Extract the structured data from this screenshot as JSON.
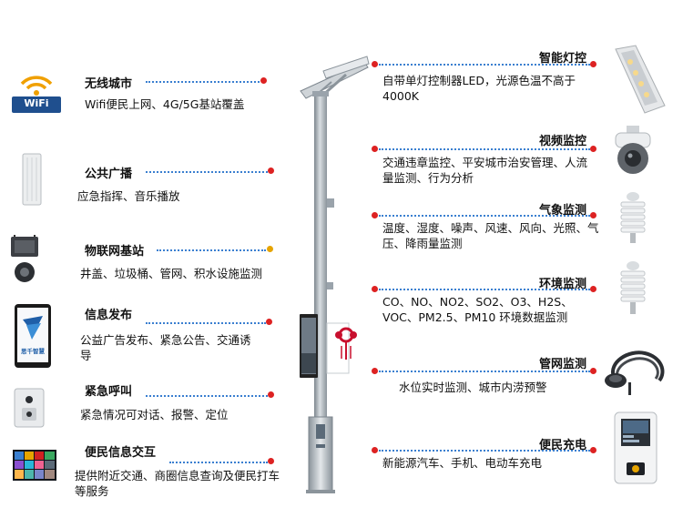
{
  "left_features": [
    {
      "id": "wireless",
      "title": "无线城市",
      "desc": "Wifi便民上网、4G/5G基站覆盖",
      "dot_color": "#d22222"
    },
    {
      "id": "broadcast",
      "title": "公共广播",
      "desc": "应急指挥、音乐播放",
      "dot_color": "#d22222"
    },
    {
      "id": "iot",
      "title": "物联网基站",
      "desc": "井盖、垃圾桶、管网、积水设施监测",
      "dot_color": "#e6a400"
    },
    {
      "id": "info",
      "title": "信息发布",
      "desc": "公益广告发布、紧急公告、交通诱导",
      "dot_color": "#d22222"
    },
    {
      "id": "emergency",
      "title": "紧急呼叫",
      "desc": "紧急情况可对话、报警、定位",
      "dot_color": "#d22222"
    },
    {
      "id": "interaction",
      "title": "便民信息交互",
      "desc": "提供附近交通、商圈信息查询及便民打车等服务",
      "dot_color": "#d22222"
    }
  ],
  "right_features": [
    {
      "id": "lighting",
      "title": "智能灯控",
      "desc": "自带单灯控制器LED，光源色温不高于4000K"
    },
    {
      "id": "video",
      "title": "视频监控",
      "desc": "交通违章监控、平安城市治安管理、人流量监测、行为分析"
    },
    {
      "id": "weather",
      "title": "气象监测",
      "desc": "温度、湿度、噪声、风速、风向、光照、气压、降雨量监测"
    },
    {
      "id": "environment",
      "title": "环境监测",
      "desc": "CO、NO、NO2、SO2、O3、H2S、VOC、PM2.5、PM10 环境数据监测"
    },
    {
      "id": "pipeline",
      "title": "管网监测",
      "desc": "水位实时监测、城市内涝预警"
    },
    {
      "id": "charging",
      "title": "便民充电",
      "desc": "新能源汽车、手机、电动车充电"
    }
  ],
  "icons": {
    "wifi_label": "WiFi",
    "info_screen_label": "思千智慧"
  },
  "colors": {
    "dot_red": "#d22222",
    "dot_line_blue": "#3a7fd0",
    "pole_gray": "#9aa3ab"
  }
}
